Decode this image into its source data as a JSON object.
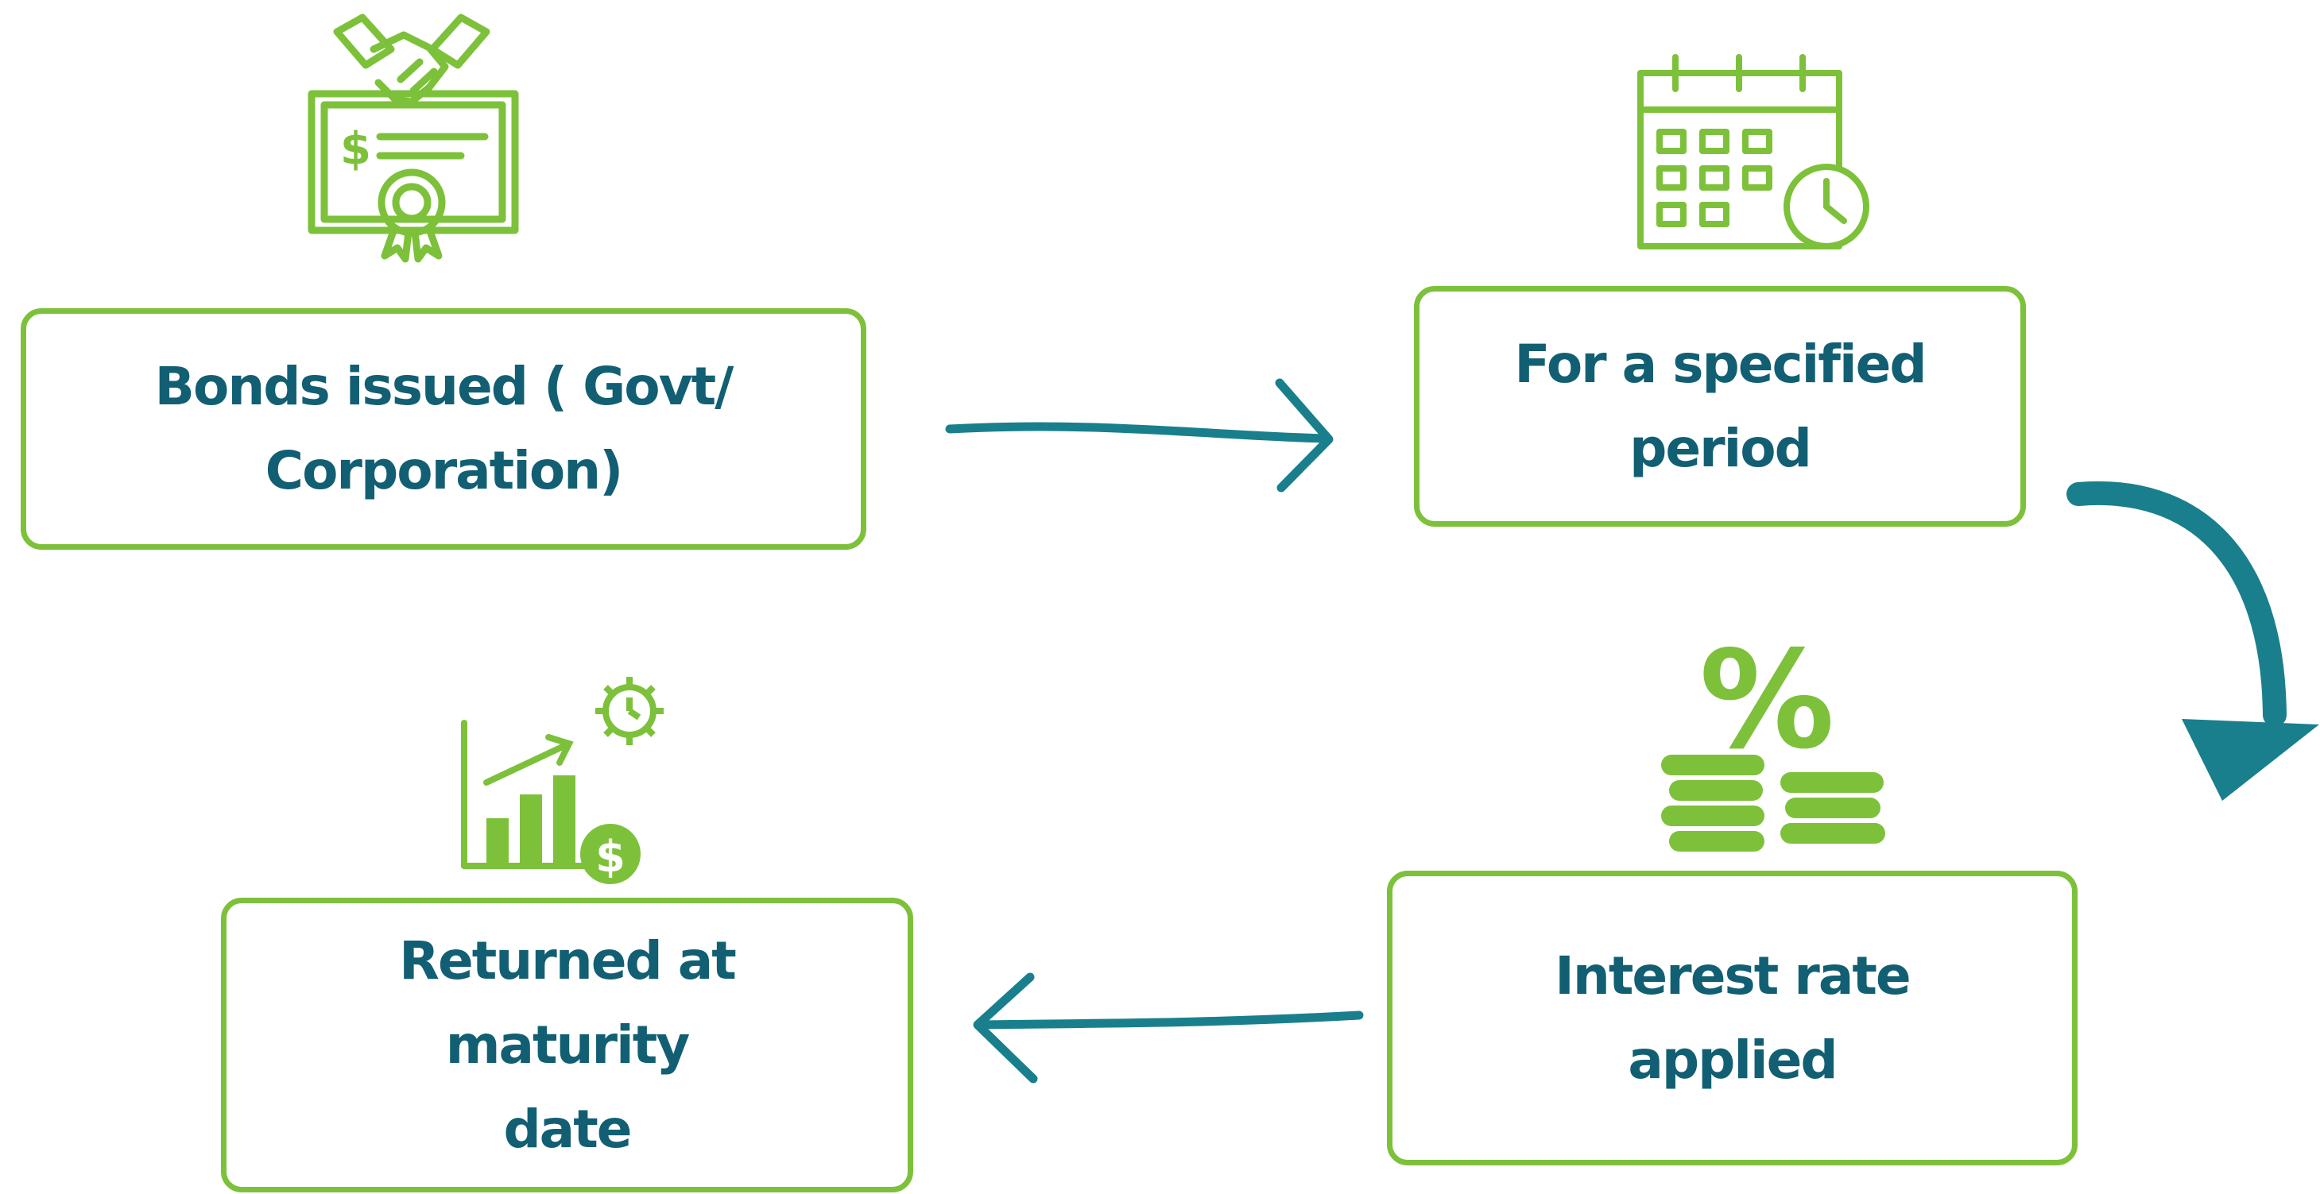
{
  "diagram": {
    "steps": [
      {
        "id": "bonds",
        "label": "Bonds issued ( Govt/\nCorporation)",
        "icon": "bond-certificate-icon"
      },
      {
        "id": "period",
        "label": "For a specified\nperiod",
        "icon": "calendar-clock-icon"
      },
      {
        "id": "interest",
        "label": "Interest rate\napplied",
        "icon": "percent-coins-icon"
      },
      {
        "id": "returned",
        "label": "Returned at\nmaturity\ndate",
        "icon": "growth-chart-icon"
      }
    ],
    "colors": {
      "box_border": "#7dc13b",
      "text": "#125f73",
      "arrow": "#1a7f8c",
      "icon": "#7dc13b"
    }
  }
}
